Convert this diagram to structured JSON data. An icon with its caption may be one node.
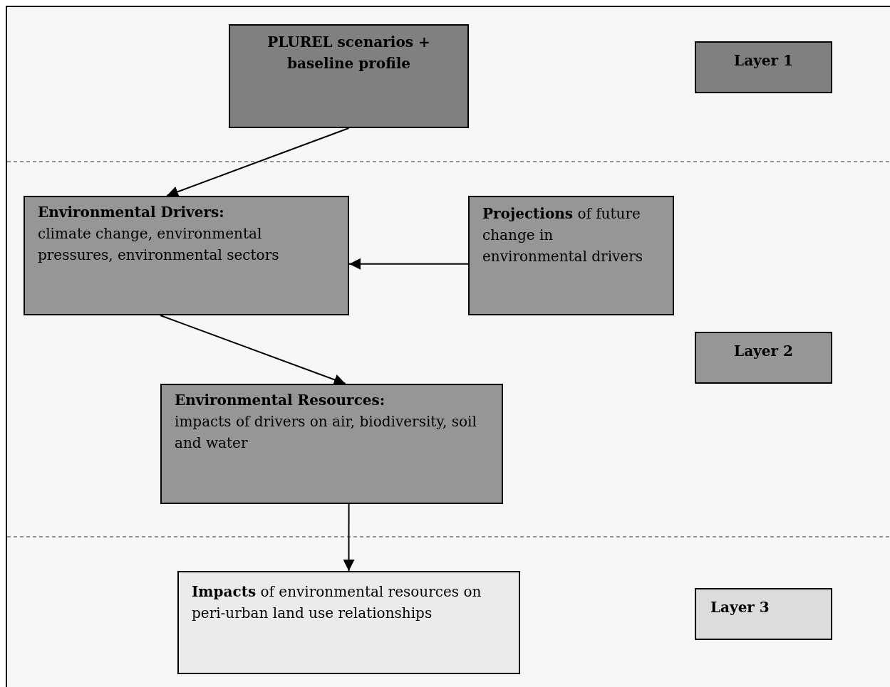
{
  "diagram": {
    "nodes": [
      {
        "text": [
          "PLUREL scenarios + baseline profile"
        ]
      },
      {
        "text": [
          "Environmental Drivers:",
          "climate change, environmental pressures, environmental sectors"
        ]
      },
      {
        "text": [
          "**Projections** of future change in environmental drivers"
        ]
      },
      {
        "text": [
          "Environmental Resources:",
          "impacts of drivers on air, biodiversity, soil and water"
        ]
      },
      {
        "text": [
          "**Impacts** of environmental resources on peri-urban land use relationships"
        ]
      },
      {
        "text": [
          "Layer 1"
        ]
      },
      {
        "text": [
          "Layer 2"
        ]
      },
      {
        "text": [
          "Layer 3"
        ]
      }
    ],
    "edges": [
      {
        "from": 0,
        "to": 1,
        "arrow": "to"
      },
      {
        "from": 2,
        "to": 1,
        "arrow": "to"
      },
      {
        "from": 1,
        "to": 3,
        "arrow": "to"
      },
      {
        "from": 3,
        "to": 4,
        "arrow": "to"
      }
    ]
  }
}
